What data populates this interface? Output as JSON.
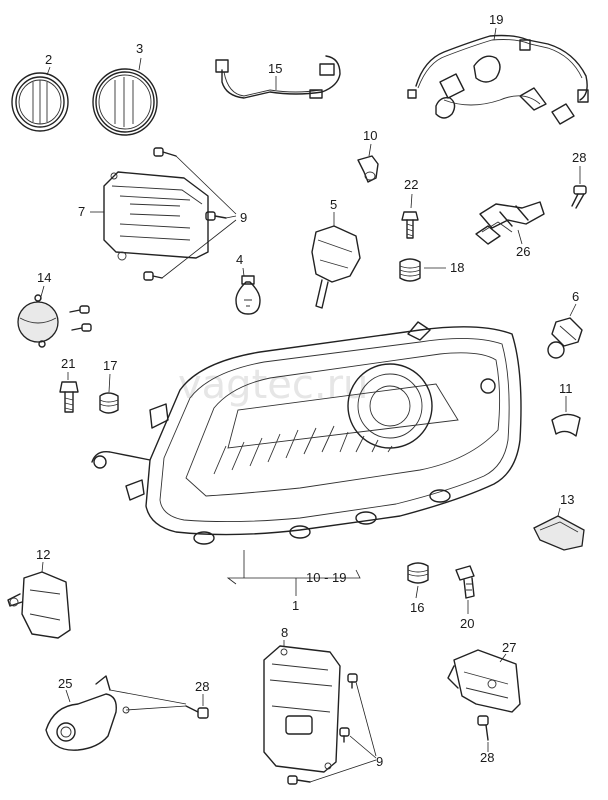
{
  "watermark": "vagtec.ru",
  "callouts": {
    "c1": "1",
    "c2": "2",
    "c3": "3",
    "c4": "4",
    "c5": "5",
    "c6": "6",
    "c7": "7",
    "c8": "8",
    "c9a": "9",
    "c9b": "9",
    "c10": "10",
    "c11": "11",
    "c12": "12",
    "c13": "13",
    "c14": "14",
    "c15": "15",
    "c16": "16",
    "c17": "17",
    "c18": "18",
    "c19": "19",
    "c20": "20",
    "c21": "21",
    "c22": "22",
    "c25": "25",
    "c26": "26",
    "c27": "27",
    "c28a": "28",
    "c28b": "28",
    "c28c": "28",
    "range": "10 - 19"
  }
}
